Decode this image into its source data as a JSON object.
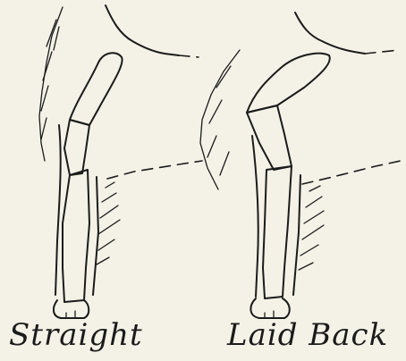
{
  "figures": [
    {
      "id": "straight",
      "caption": "Straight"
    },
    {
      "id": "laid-back",
      "caption": "Laid Back"
    }
  ],
  "ink_color": "#1b1b1b",
  "paper_color": "#f4f1e6"
}
